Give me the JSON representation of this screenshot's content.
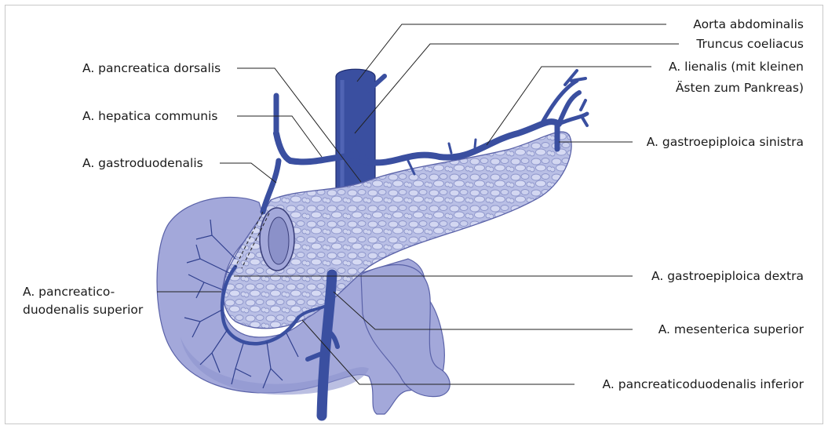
{
  "labels": {
    "aorta": "Aorta abdominalis",
    "truncus": "Truncus coeliacus",
    "lienalis_1": "A. lienalis (mit kleinen",
    "lienalis_2": "Ästen zum Pankreas)",
    "gastroepiploica_sinistra": "A. gastroepiploica sinistra",
    "pancreatica_dorsalis": "A. pancreatica dorsalis",
    "hepatica_communis": "A. hepatica communis",
    "gastroduodenalis": "A. gastroduodenalis",
    "pancreaticoduodenalis_sup_1": "A. pancreatico-",
    "pancreaticoduodenalis_sup_2": "duodenalis superior",
    "gastroepiploica_dextra": "A. gastroepiploica dextra",
    "mesenterica_superior": "A. mesenterica superior",
    "pancreaticoduodenalis_inferior": "A. pancreaticoduodenalis inferior"
  },
  "colors": {
    "artery": "#3a4fa0",
    "artery_dark": "#1f2d70",
    "pancreas": "#b7bde3",
    "pancreas_dark": "#8f97cc",
    "duodenum": "#9fa4d8",
    "duodenum_dark": "#7e86c4",
    "leader_line": "#222222"
  }
}
